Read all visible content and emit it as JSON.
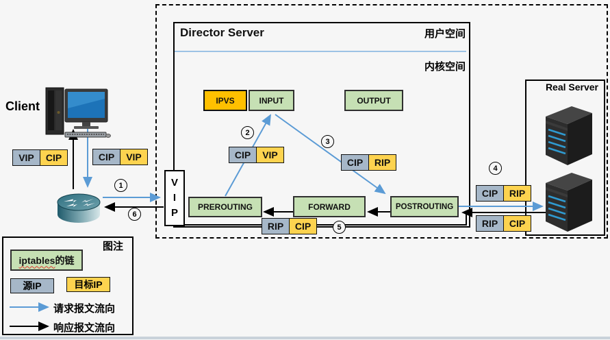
{
  "client": {
    "label": "Client"
  },
  "director": {
    "title": "Director Server",
    "user_space": "用户空间",
    "kernel_space": "内核空间",
    "vip_letters": [
      "V",
      "I",
      "P"
    ],
    "chains": {
      "ipvs": "IPVS",
      "input": "INPUT",
      "output": "OUTPUT",
      "prerouting": "PREROUTING",
      "forward": "FORWARD",
      "postrouting": "POSTROUTING"
    }
  },
  "real_server": {
    "title": "Real Server"
  },
  "packets": {
    "to_client": {
      "src": "VIP",
      "dst": "CIP"
    },
    "from_client": {
      "src": "CIP",
      "dst": "VIP"
    },
    "step2": {
      "src": "CIP",
      "dst": "VIP"
    },
    "step3": {
      "src": "CIP",
      "dst": "RIP"
    },
    "step4": {
      "src": "CIP",
      "dst": "RIP"
    },
    "step5": {
      "src": "RIP",
      "dst": "CIP"
    },
    "to_director": {
      "src": "RIP",
      "dst": "CIP"
    }
  },
  "steps": {
    "s1": "1",
    "s2": "2",
    "s3": "3",
    "s4": "4",
    "s5": "5",
    "s6": "6"
  },
  "legend": {
    "title": "图注",
    "chain_word": "iptables",
    "chain_suffix": "的链",
    "source_ip": "源IP",
    "dest_ip": "目标IP",
    "request_flow": "请求报文流向",
    "response_flow": "响应报文流向"
  },
  "colors": {
    "chain_green": "#c6e0b4",
    "ipvs_orange": "#ffc000",
    "source_gray": "#a6b7c8",
    "dest_yellow": "#fdd34f",
    "request_blue": "#5b9bd5",
    "response_black": "#000000"
  }
}
